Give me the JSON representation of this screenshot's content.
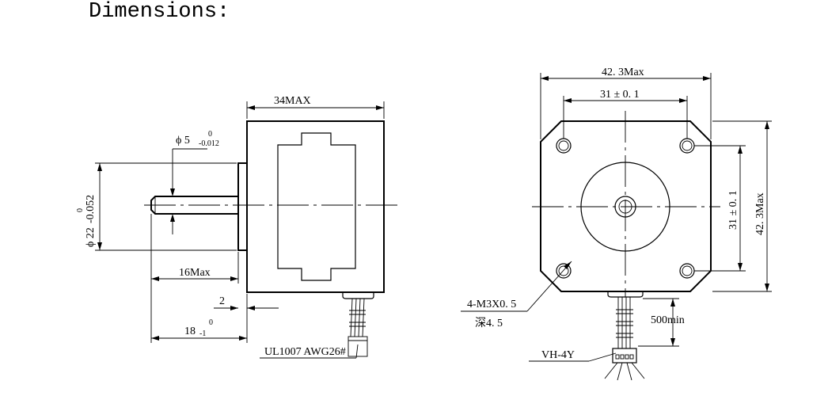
{
  "title": "Dimensions:",
  "side_view": {
    "length_max": "34MAX",
    "shaft_diameter": "ϕ 5",
    "shaft_tol_upper": "0",
    "shaft_tol_lower": "-0.012",
    "pilot_diameter": "ϕ 22",
    "pilot_tol_upper": "0",
    "pilot_tol_lower": "-0.052",
    "shaft_length": "16Max",
    "pilot_depth": "2",
    "shaft_total": "18",
    "shaft_total_tol_upper": "0",
    "shaft_total_tol_lower": "-1",
    "wire_spec": "UL1007 AWG26#"
  },
  "front_view": {
    "width_max": "42. 3Max",
    "hole_spacing_h": "31 ± 0. 1",
    "hole_spacing_v": "31 ± 0. 1",
    "height_max": "42. 3Max",
    "thread": "4-M3X0. 5",
    "thread_depth": "深4. 5",
    "lead_length": "500min",
    "connector": "VH-4Y"
  }
}
